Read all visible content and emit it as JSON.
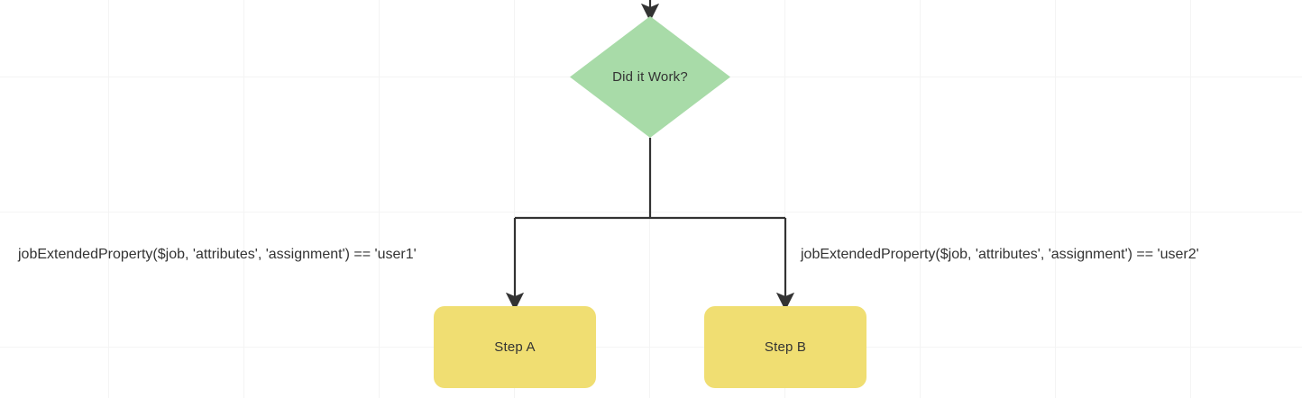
{
  "diagram": {
    "type": "flowchart",
    "title": "Did it Work? decision branch",
    "background_color": "#ffffff",
    "grid_color": "#f4f4f4",
    "grid_spacing": 150,
    "nodes": [
      {
        "id": "decision",
        "shape": "diamond",
        "label": "Did it Work?",
        "fill": "#a8dba8",
        "text_color": "#333333"
      },
      {
        "id": "step-a",
        "shape": "rounded-rectangle",
        "label": "Step A",
        "fill": "#f0de72",
        "text_color": "#333333"
      },
      {
        "id": "step-b",
        "shape": "rounded-rectangle",
        "label": "Step B",
        "fill": "#f0de72",
        "text_color": "#333333"
      }
    ],
    "edges": [
      {
        "id": "edge-in",
        "from": "",
        "to": "decision",
        "label": ""
      },
      {
        "id": "edge-left",
        "from": "decision",
        "to": "step-a",
        "label": "jobExtendedProperty($job, 'attributes', 'assignment') == 'user1'"
      },
      {
        "id": "edge-right",
        "from": "decision",
        "to": "step-b",
        "label": "jobExtendedProperty($job, 'attributes', 'assignment') == 'user2'"
      }
    ],
    "edge_color": "#333333"
  }
}
